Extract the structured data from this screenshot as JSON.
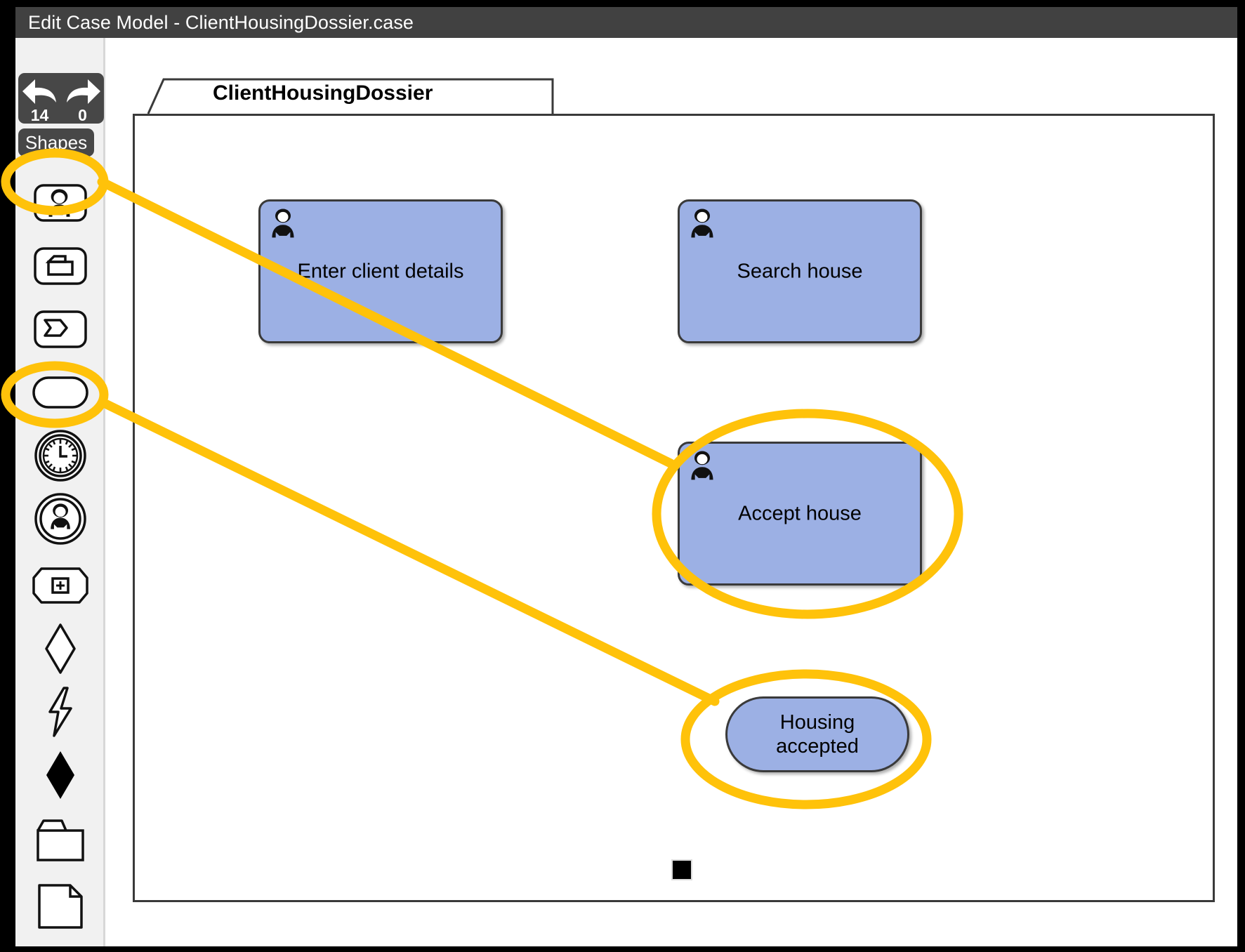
{
  "window": {
    "title": "Edit Case Model - ClientHousingDossier.case"
  },
  "toolbar": {
    "undo": {
      "name": "undo",
      "count": "14"
    },
    "redo": {
      "name": "redo",
      "count": "0"
    },
    "shapes_label": "Shapes"
  },
  "palette": {
    "items": [
      {
        "name": "human-task-shape",
        "icon": "human-task-icon",
        "highlighted": true
      },
      {
        "name": "case-task-shape",
        "icon": "case-task-icon",
        "highlighted": false
      },
      {
        "name": "process-task-shape",
        "icon": "process-task-icon",
        "highlighted": false
      },
      {
        "name": "milestone-shape",
        "icon": "milestone-icon",
        "highlighted": true
      },
      {
        "name": "timer-event-shape",
        "icon": "timer-event-icon",
        "highlighted": false
      },
      {
        "name": "user-event-shape",
        "icon": "user-event-icon",
        "highlighted": false
      },
      {
        "name": "stage-shape",
        "icon": "stage-icon",
        "highlighted": false
      },
      {
        "name": "entry-criterion-shape",
        "icon": "diamond-outline-icon",
        "highlighted": false
      },
      {
        "name": "exit-criterion-shape",
        "icon": "lightning-icon",
        "highlighted": false
      },
      {
        "name": "exit-criterion-filled-shape",
        "icon": "diamond-filled-icon",
        "highlighted": false
      },
      {
        "name": "case-file-item-shape",
        "icon": "folder-icon",
        "highlighted": false
      },
      {
        "name": "document-shape",
        "icon": "document-icon",
        "highlighted": false
      }
    ]
  },
  "diagram": {
    "caseplan_name": "ClientHousingDossier",
    "tasks": [
      {
        "id": "enter-client-details",
        "label": "Enter client details",
        "type": "human-task",
        "highlighted": false
      },
      {
        "id": "search-house",
        "label": "Search house",
        "type": "human-task",
        "highlighted": false
      },
      {
        "id": "accept-house",
        "label": "Accept house",
        "type": "human-task",
        "highlighted": true
      }
    ],
    "milestones": [
      {
        "id": "housing-accepted",
        "line1": "Housing",
        "line2": "accepted",
        "highlighted": true
      }
    ]
  },
  "colors": {
    "task_fill": "#9cb0e4",
    "shape_stroke": "#3a3a3a",
    "annotation": "#FFC20A",
    "chrome": "#414141",
    "button": "#474747"
  }
}
